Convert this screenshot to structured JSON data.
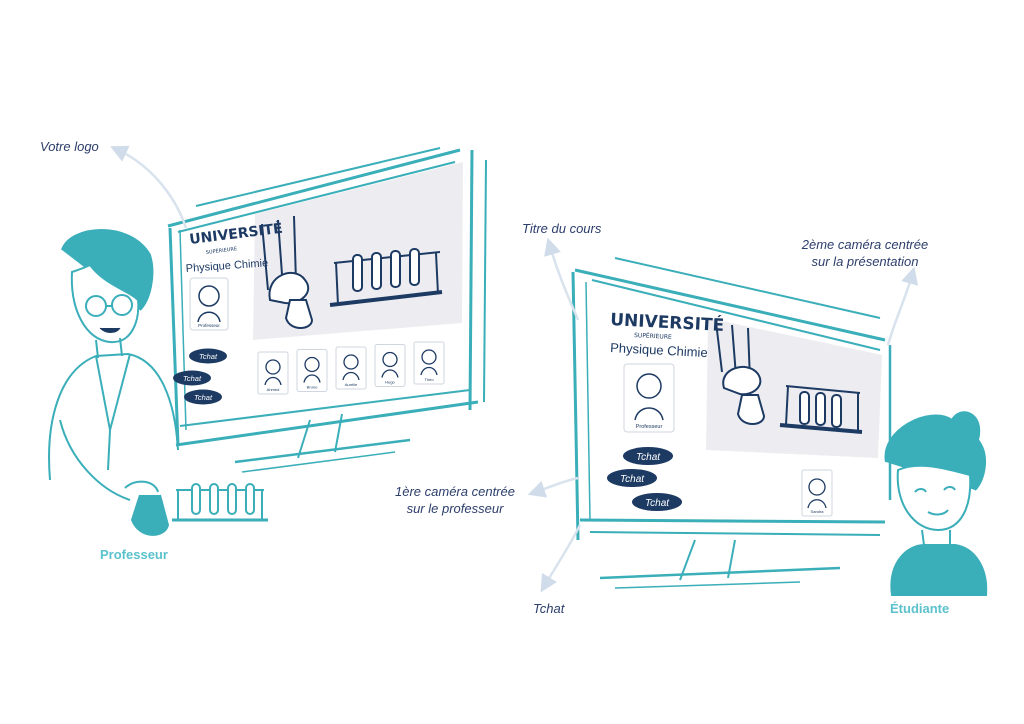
{
  "labels": {
    "logo": "Votre logo",
    "course_title": "Titre du cours",
    "camera2": [
      "2ème caméra centrée",
      "sur la présentation"
    ],
    "camera1": [
      "1ère caméra centrée",
      "sur le professeur"
    ],
    "chat": "Tchat",
    "professor": "Professeur",
    "student": "Étudiante"
  },
  "screen": {
    "logo_text": "UNIVERSITÉ",
    "logo_subtext": "SUPÉRIEURE",
    "course": "Physique Chimie",
    "prof_caption": "Professeur",
    "chat_bubble": "Tchat",
    "students": [
      "Ahmed",
      "Bruno",
      "Aurélie",
      "Hugo",
      "Théo"
    ],
    "student_single": "Sandra"
  },
  "colors": {
    "teal": "#3aaeb9",
    "navy": "#1d3a63",
    "label": "#2c3e6b",
    "panel": "#ededf1",
    "arrow": "#d9e3ee"
  }
}
